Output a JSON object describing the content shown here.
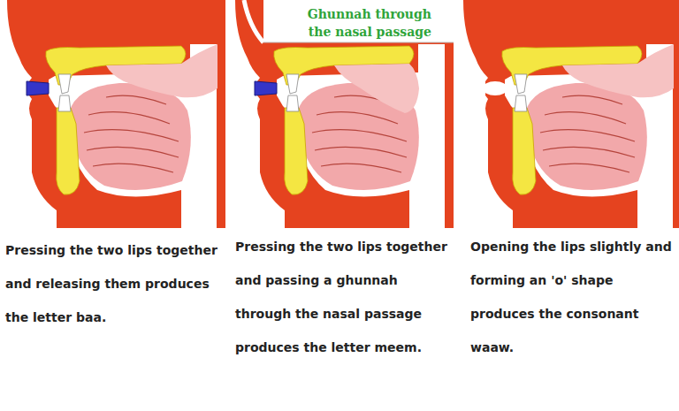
{
  "diagram": {
    "labels": [
      "Ghunnah through the nasal passage",
      "Pressing the two lips together and releasing them produces the letter baa.",
      "Pressing the two lips together and passing a ghunnah through the nasal passage produces the letter meem.",
      "Opening the lips slightly and forming an 'o' shape produces the consonant waaw."
    ]
  }
}
